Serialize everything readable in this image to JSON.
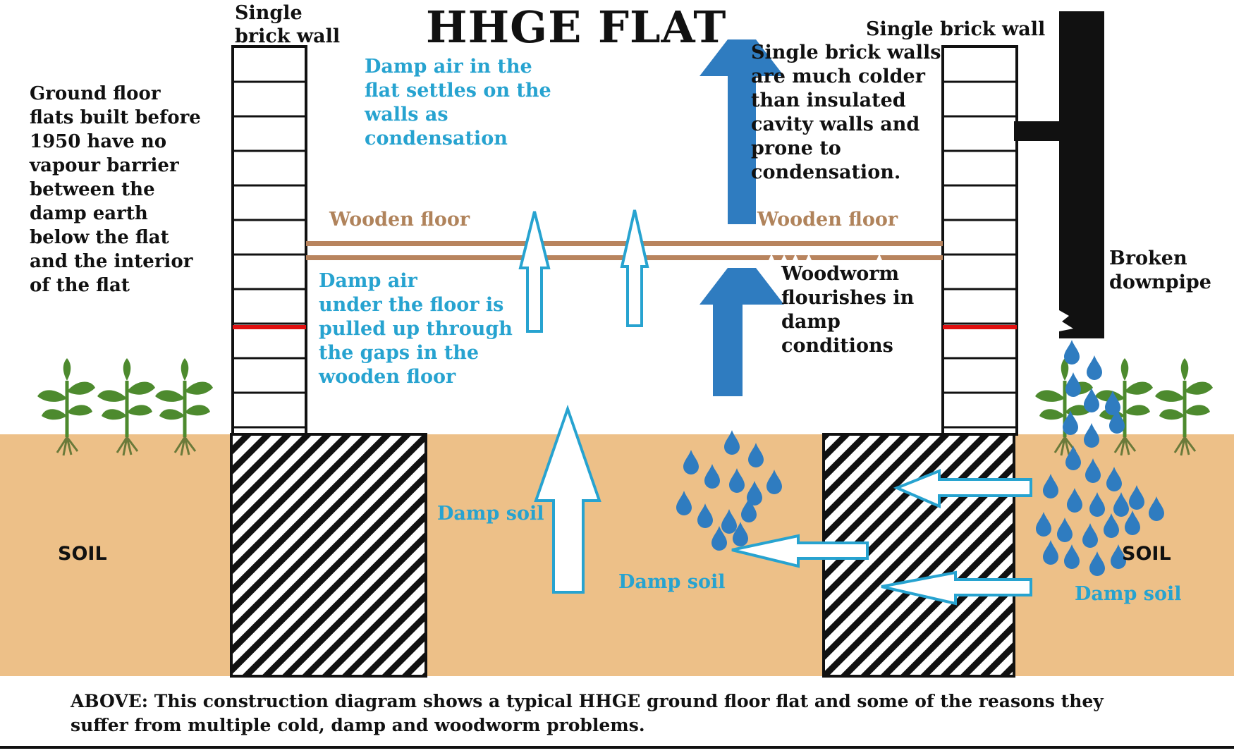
{
  "title": "HHGE FLAT",
  "labels": {
    "single_wall_left": "Single\nbrick wall",
    "single_wall_right": "Single brick wall",
    "ground_floor_note": "Ground floor\nflats built before\n1950 have no\nvapour barrier\nbetween the\ndamp earth\nbelow the flat\nand  the interior\nof the flat",
    "damp_air_settles": "Damp air in the\nflat settles on the\nwalls as\ncondensation",
    "cold_walls_note": "Single brick walls\nare much colder\nthan insulated\ncavity walls and\nprone to\ncondensation.",
    "wooden_floor_left": "Wooden floor",
    "wooden_floor_right": "Wooden floor",
    "damp_air_under_floor": "Damp air\nunder the floor is\npulled up through\nthe gaps in the\nwooden floor",
    "woodworm_note": "Woodworm\nflourishes in\ndamp\nconditions",
    "broken_downpipe": "Broken\ndownpipe",
    "soil_left": "SOIL",
    "soil_right": "SOIL",
    "damp_soil_center": "Damp soil",
    "damp_soil_lower": "Damp soil",
    "damp_soil_right": "Damp soil"
  },
  "caption": "ABOVE: This construction diagram shows a typical HHGE ground floor flat and some of the reasons they\nsuffer from multiple cold, damp  and woodworm problems.",
  "colors": {
    "soil": "#edc088",
    "wood": "#b8845e",
    "water_blue": "#2f7cc0",
    "label_blue": "#27a3d0",
    "arrow_outline": "#27a3d0",
    "damp_proof_course": "#e01010",
    "plant_green": "#4d8a2e"
  }
}
